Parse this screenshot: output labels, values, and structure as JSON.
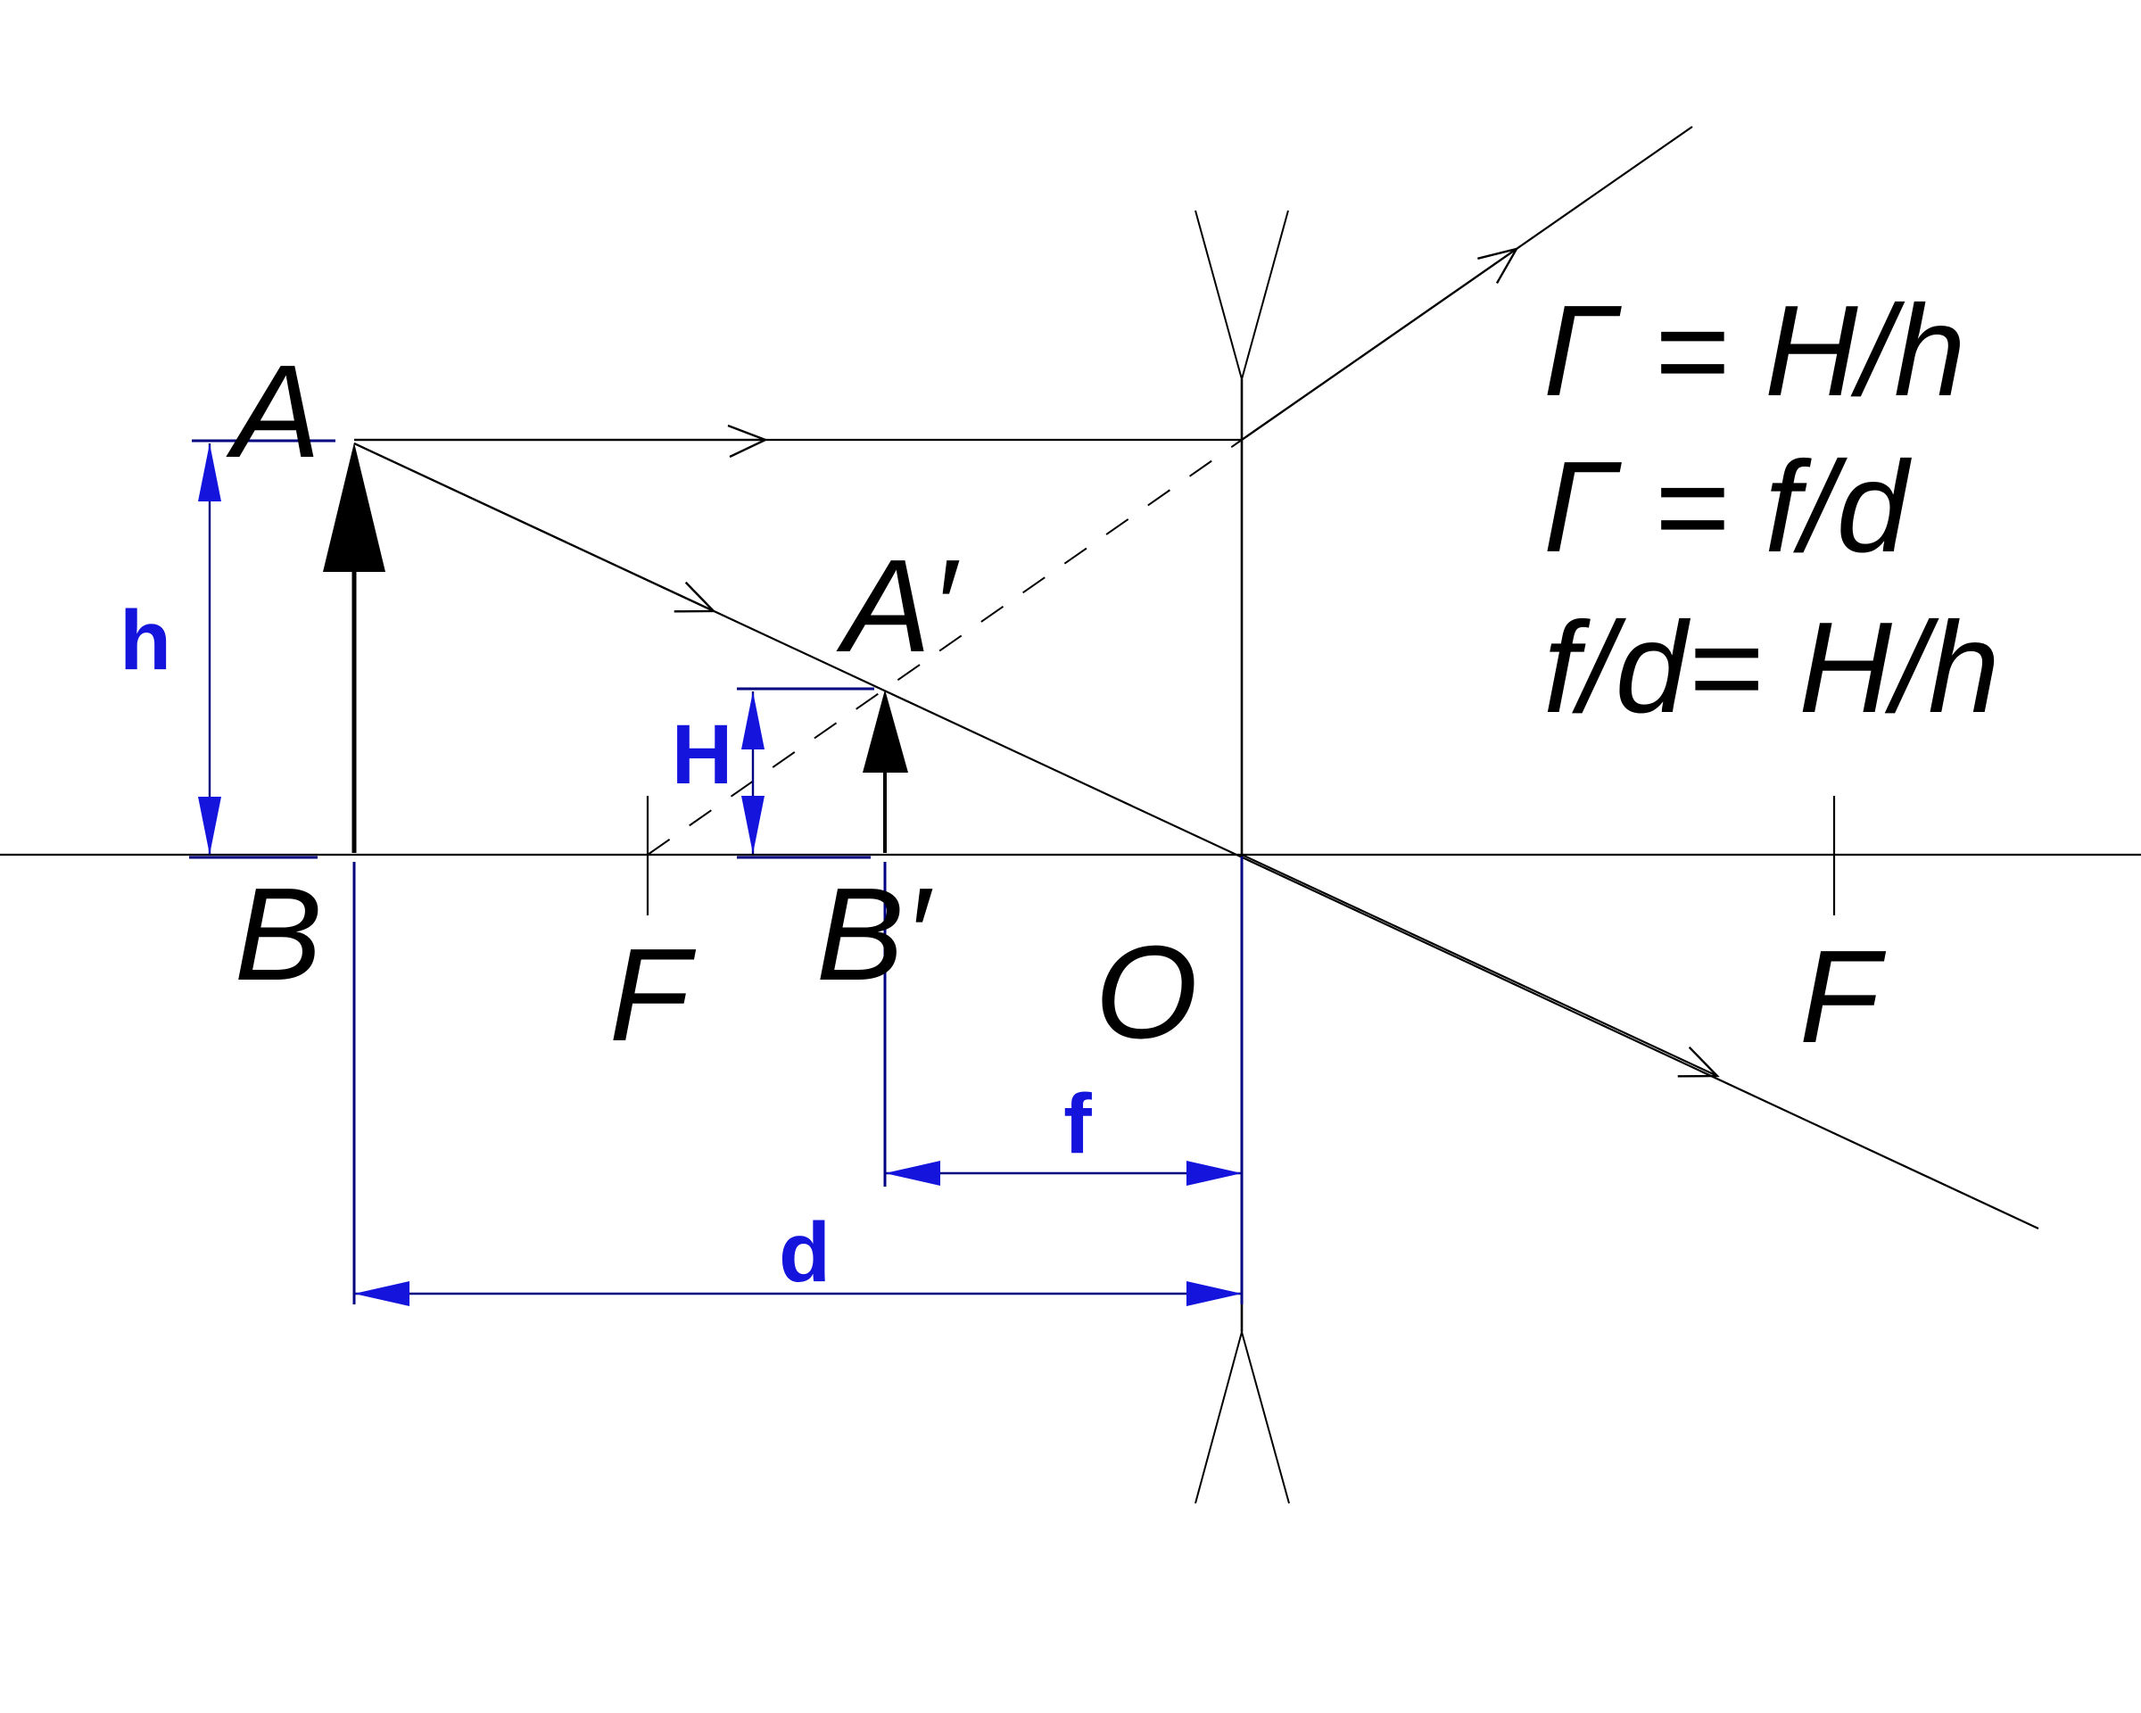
{
  "figure": {
    "type": "optics-ray-diagram",
    "description": "Diverging lens forming a virtual, upright, reduced image",
    "background": "#ffffff"
  },
  "labels": {
    "object_top": "A",
    "object_bottom": "B",
    "image_top": "A′",
    "image_bottom": "B′",
    "focus_left": "F",
    "optical_center": "O",
    "focus_right": "F"
  },
  "dimensions": {
    "object_height": "h",
    "image_height": "H",
    "focal_length": "f",
    "object_distance": "d"
  },
  "formulas": [
    {
      "text": "Γ = H/h"
    },
    {
      "text": "Γ = f/d"
    },
    {
      "text": "f/d= H/h"
    }
  ],
  "colors": {
    "ink": "#000000",
    "dimension_line": "#000080",
    "accent_blue": "#1414dd"
  }
}
